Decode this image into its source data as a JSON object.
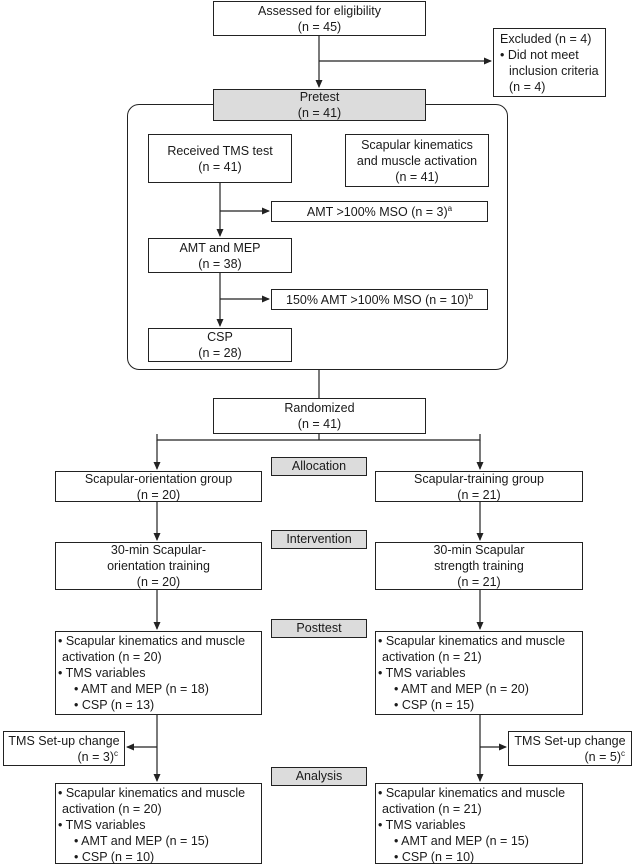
{
  "assessed": {
    "title": "Assessed for eligibility",
    "n": "(n = 45)"
  },
  "excluded": {
    "title": "Excluded (n = 4)",
    "reason_line1": "• Did not meet",
    "reason_line2": "inclusion criteria",
    "reason_n": "(n = 4)"
  },
  "pretest": {
    "title": "Pretest",
    "n": "(n = 41)",
    "tms_test": {
      "title": "Received TMS test",
      "n": "(n = 41)"
    },
    "kinematics": {
      "line1": "Scapular kinematics",
      "line2": "and muscle activation",
      "n": "(n = 41)"
    },
    "excl_amt": {
      "text": "AMT >100% MSO (n = 3)",
      "sup": "a"
    },
    "amt_mep": {
      "title": "AMT and MEP",
      "n": "(n = 38)"
    },
    "excl_150": {
      "text": "150% AMT >100% MSO (n = 10)",
      "sup": "b"
    },
    "csp": {
      "title": "CSP",
      "n": "(n = 28)"
    }
  },
  "randomized": {
    "title": "Randomized",
    "n": "(n = 41)"
  },
  "stages": {
    "allocation": "Allocation",
    "intervention": "Intervention",
    "posttest": "Posttest",
    "analysis": "Analysis"
  },
  "left": {
    "group": {
      "title": "Scapular-orientation group",
      "n": "(n = 20)"
    },
    "intervention": {
      "line1": "30-min Scapular-",
      "line2": "orientation training",
      "n": "(n = 20)"
    },
    "posttest": {
      "l1": "• Scapular kinematics and muscle",
      "l2": "activation (n = 20)",
      "l3": "• TMS variables",
      "l4": "• AMT and MEP (n = 18)",
      "l5": "• CSP (n = 13)"
    },
    "setup": {
      "title": "TMS Set-up change",
      "n": "(n = 3)",
      "sup": "c"
    },
    "analysis": {
      "l1": "• Scapular kinematics and muscle",
      "l2": "activation (n = 20)",
      "l3": "• TMS variables",
      "l4": "• AMT and MEP (n = 15)",
      "l5": "• CSP (n = 10)"
    }
  },
  "right": {
    "group": {
      "title": "Scapular-training group",
      "n": "(n = 21)"
    },
    "intervention": {
      "line1": "30-min Scapular",
      "line2": "strength training",
      "n": "(n = 21)"
    },
    "posttest": {
      "l1": "• Scapular kinematics and muscle",
      "l2": "activation (n = 21)",
      "l3": "• TMS variables",
      "l4": "• AMT and MEP (n = 20)",
      "l5": "• CSP (n = 15)"
    },
    "setup": {
      "title": "TMS Set-up change",
      "n": "(n = 5)",
      "sup": "c"
    },
    "analysis": {
      "l1": "• Scapular kinematics and muscle",
      "l2": "activation (n = 21)",
      "l3": "• TMS variables",
      "l4": "• AMT and MEP (n = 15)",
      "l5": "• CSP (n = 10)"
    }
  }
}
